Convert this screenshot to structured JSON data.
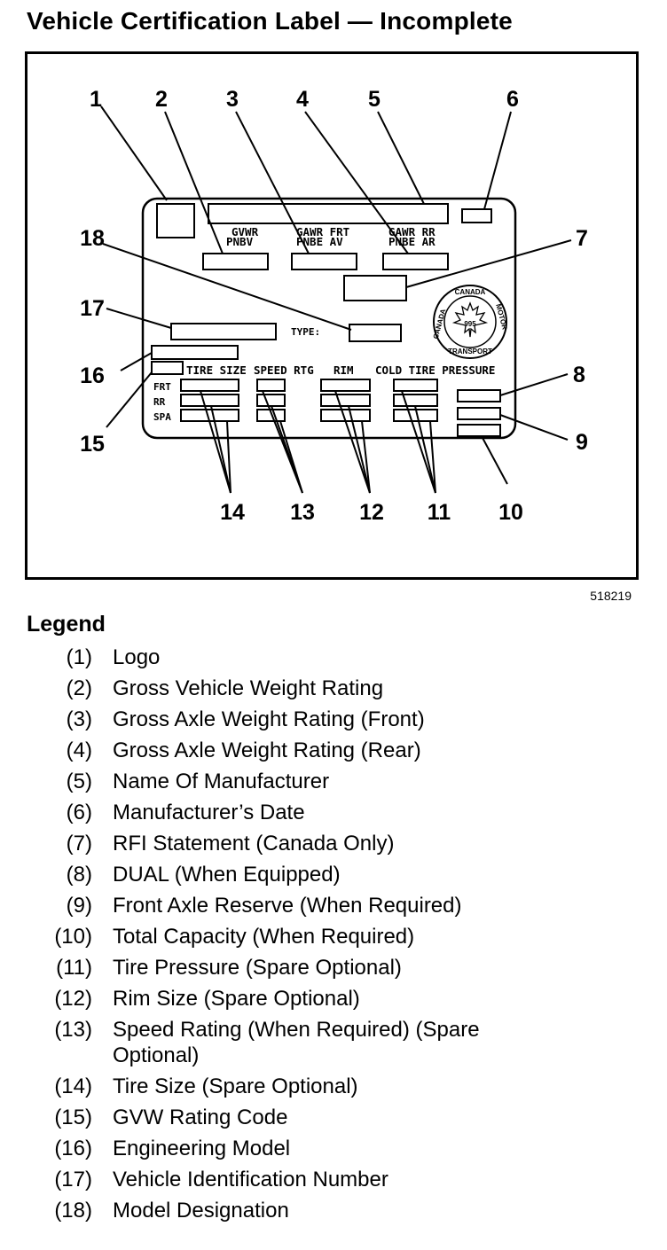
{
  "title": "Vehicle Certification Label — Incomplete",
  "figure_number": "518219",
  "diagram": {
    "label_texts": {
      "gvwr_top": "GVWR",
      "gvwr_bottom": "PNBV",
      "gawr_frt_top": "GAWR FRT",
      "gawr_frt_bottom": "PNBE AV",
      "gawr_rr_top": "GAWR RR",
      "gawr_rr_bottom": "PNBE AR",
      "type": "TYPE:",
      "tire_size": "TIRE SIZE",
      "speed_rtg": "SPEED RTG",
      "rim": "RIM",
      "cold_tire_pressure": "COLD TIRE PRESSURE",
      "frt": "FRT",
      "rr": "RR",
      "spa": "SPA"
    },
    "seal": {
      "canada": "CANADA",
      "code": "995",
      "left": "CANADA",
      "right": "MOTOR",
      "bottom": "TRANSPORT"
    },
    "callouts": [
      "1",
      "2",
      "3",
      "4",
      "5",
      "6",
      "7",
      "8",
      "9",
      "10",
      "11",
      "12",
      "13",
      "14",
      "15",
      "16",
      "17",
      "18"
    ]
  },
  "legend": {
    "heading": "Legend",
    "items": [
      {
        "num": "(1)",
        "text": "Logo"
      },
      {
        "num": "(2)",
        "text": "Gross Vehicle Weight Rating"
      },
      {
        "num": "(3)",
        "text": "Gross Axle Weight Rating (Front)"
      },
      {
        "num": "(4)",
        "text": "Gross Axle Weight Rating (Rear)"
      },
      {
        "num": "(5)",
        "text": "Name Of Manufacturer"
      },
      {
        "num": "(6)",
        "text": "Manufacturer’s Date"
      },
      {
        "num": "(7)",
        "text": "RFI Statement (Canada Only)"
      },
      {
        "num": "(8)",
        "text": "DUAL (When Equipped)"
      },
      {
        "num": "(9)",
        "text": "Front Axle Reserve (When Required)"
      },
      {
        "num": "(10)",
        "text": "Total Capacity (When Required)"
      },
      {
        "num": "(11)",
        "text": "Tire Pressure (Spare Optional)"
      },
      {
        "num": "(12)",
        "text": "Rim Size (Spare Optional)"
      },
      {
        "num": "(13)",
        "text": "Speed Rating (When Required) (Spare Optional)"
      },
      {
        "num": "(14)",
        "text": "Tire Size (Spare Optional)"
      },
      {
        "num": "(15)",
        "text": "GVW Rating Code"
      },
      {
        "num": "(16)",
        "text": "Engineering Model"
      },
      {
        "num": "(17)",
        "text": "Vehicle Identification Number"
      },
      {
        "num": "(18)",
        "text": "Model Designation"
      }
    ]
  }
}
